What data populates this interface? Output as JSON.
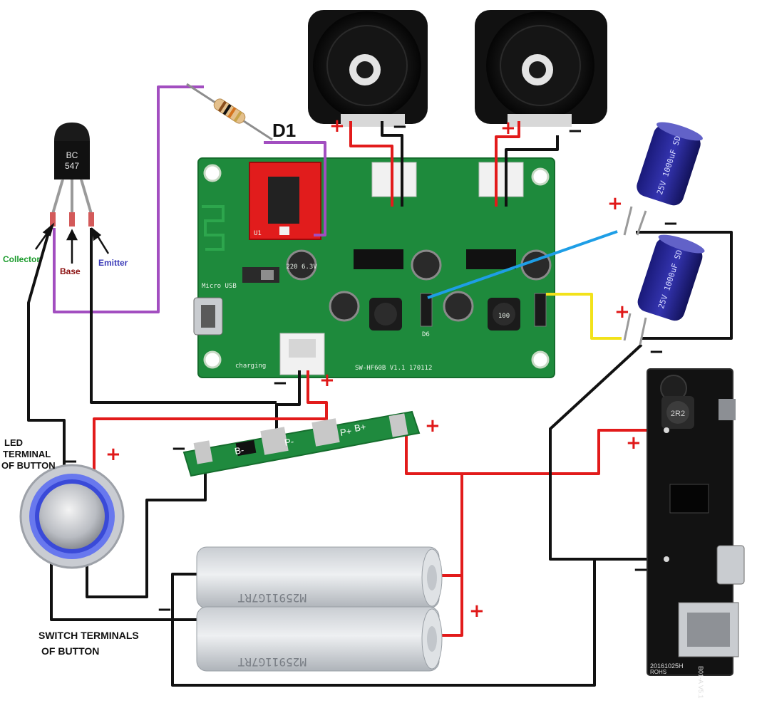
{
  "labels": {
    "d1": "D1",
    "transistor_model_line1": "BC",
    "transistor_model_line2": "547",
    "collector": "Collector",
    "base": "Base",
    "emitter": "Emitter",
    "led_terminal_line1": "LED",
    "led_terminal_line2": "TERMINAL",
    "led_terminal_line3": "OF BUTTON",
    "switch_terminals_line1": "SWITCH TERMINALS",
    "switch_terminals_line2": "OF BUTTON"
  },
  "polarity": {
    "plus": "+",
    "minus": "−"
  },
  "amplifier_board": {
    "part_number": "SW-HF60B V1.1 170112",
    "charging_label": "charging",
    "usb_label": "Micro USB",
    "cap_small_text": "220 6.3V",
    "inductor_text": "100",
    "silk_d6": "D6",
    "silk_u1": "U1"
  },
  "protection_board": {
    "pad_b_minus": "B-",
    "pad_p_minus": "P-",
    "pad_p_plus": "P+",
    "pad_b_plus": "B+"
  },
  "capacitors": {
    "text": "25V 1000uF SD"
  },
  "batteries": {
    "cell_print": "M25911G7RT"
  },
  "power_bank_board": {
    "inductor_text": "2R2",
    "model_text": "B01-A V5.1",
    "date_text": "20161025H",
    "rohs_text": "ROHS"
  },
  "colors": {
    "wire_red": "#e21b1b",
    "wire_black": "#111111",
    "wire_purple": "#a24ec0",
    "wire_blue": "#1e9ee6",
    "wire_yellow": "#f2e21a",
    "pcb_green": "#1e8a3c",
    "label_collector": "#1a9b2b",
    "label_base": "#8b1010",
    "label_emitter": "#3a3ab8"
  },
  "icons": {
    "transistor": "bc547-to92-icon",
    "resistor": "resistor-icon",
    "speaker": "speaker-icon",
    "capacitor": "electrolytic-capacitor-icon",
    "battery": "18650-cell-icon",
    "button": "illuminated-push-button-icon",
    "arrow": "pin-arrow-icon"
  }
}
